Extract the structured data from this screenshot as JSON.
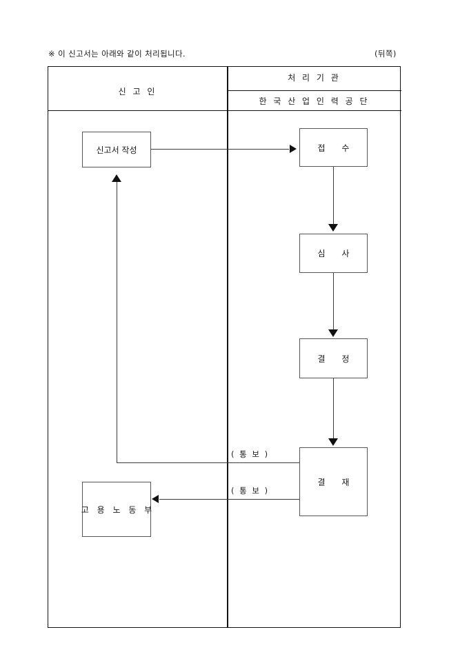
{
  "document": {
    "note": "※ 이 신고서는 아래와 같이 처리됩니다.",
    "side_marker": "(뒤쪽)"
  },
  "table_header": {
    "left_column": "신 고 인",
    "right_column_title": "처 리 기 관",
    "right_column_subtitle": "한 국 산 업 인 력 공 단"
  },
  "flow": {
    "nodes": [
      {
        "id": "prepare",
        "label": "신고서 작성",
        "column": "declarant"
      },
      {
        "id": "receipt",
        "label": "접   수",
        "column": "agency"
      },
      {
        "id": "review",
        "label": "심   사",
        "column": "agency"
      },
      {
        "id": "decision",
        "label": "결   정",
        "column": "agency"
      },
      {
        "id": "approval",
        "label": "결   재",
        "column": "agency"
      },
      {
        "id": "molab",
        "label": "고 용 노 동 부",
        "column": "declarant"
      }
    ],
    "edge_labels": [
      {
        "id": "notify-applicant",
        "label": "( 통 보 )"
      },
      {
        "id": "notify-ministry",
        "label": "( 통 보 )"
      }
    ]
  },
  "colors": {
    "frame_line": "#111111",
    "node_border": "#555555",
    "connector": "#3a3a3a",
    "text": "#1a1a1a",
    "background": "#ffffff"
  }
}
